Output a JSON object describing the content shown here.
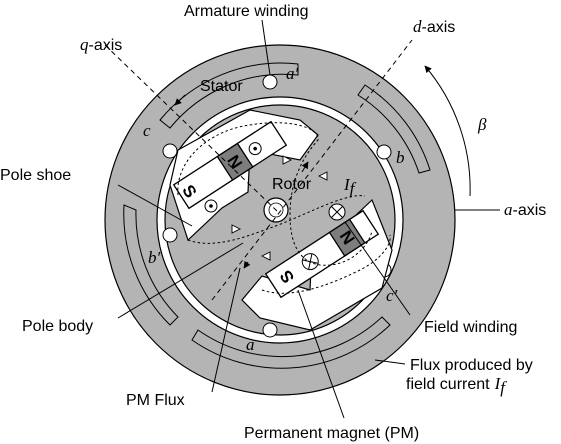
{
  "labels": {
    "armature_winding": "Armature winding",
    "d_axis_letter": "d",
    "d_axis_suffix": "-axis",
    "q_axis_letter": "q",
    "q_axis_suffix": "-axis",
    "stator": "Stator",
    "beta": "β",
    "pole_shoe": "Pole shoe",
    "rotor": "Rotor",
    "a_axis_letter": "a",
    "a_axis_suffix": "-axis",
    "pole_body": "Pole body",
    "field_winding": "Field winding",
    "pm_flux": "PM Flux",
    "flux_field_line1": "Flux produced by",
    "flux_field_line2": "field current",
    "current_symbol": "I",
    "current_subscript": "f",
    "permanent_magnet": "Permanent magnet (PM)"
  },
  "phases": {
    "a": "a",
    "a_prime": "a′",
    "b": "b",
    "b_prime": "b′",
    "c": "c",
    "c_prime": "c′"
  },
  "magnets": {
    "north": "N",
    "south": "S"
  },
  "colors": {
    "stator": "#b4b4b4",
    "rotor": "#b4b4b4",
    "magnet_north": "#7d7d7d",
    "magnet_south": "#ffffff",
    "outline": "#000000"
  }
}
